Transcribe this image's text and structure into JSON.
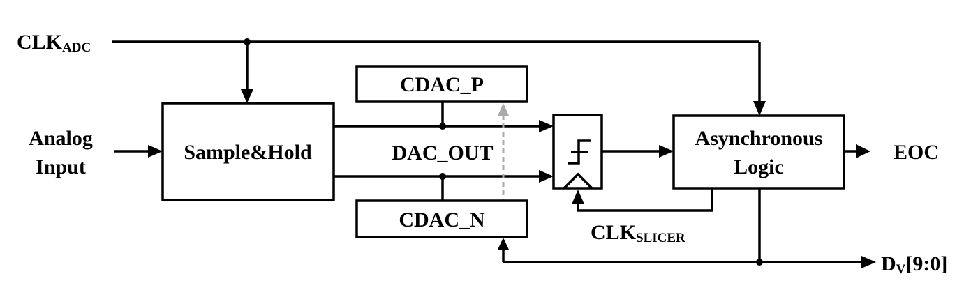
{
  "blocks": {
    "sample_hold": "Sample&Hold",
    "cdac_p": "CDAC_P",
    "cdac_n": "CDAC_N",
    "async_logic": [
      "Asynchronous",
      "Logic"
    ]
  },
  "signals": {
    "clk_adc": {
      "main": "CLK",
      "sub": "ADC"
    },
    "analog_input": [
      "Analog",
      "Input"
    ],
    "dac_out": "DAC_OUT",
    "clk_slicer": {
      "main": "CLK",
      "sub": "SLICER"
    },
    "eoc": "EOC",
    "dv": {
      "main": "D",
      "sub": "V",
      "suffix": "[9:0]"
    }
  },
  "colors": {
    "line": "#000000",
    "feedback": "#aaaaaa"
  }
}
